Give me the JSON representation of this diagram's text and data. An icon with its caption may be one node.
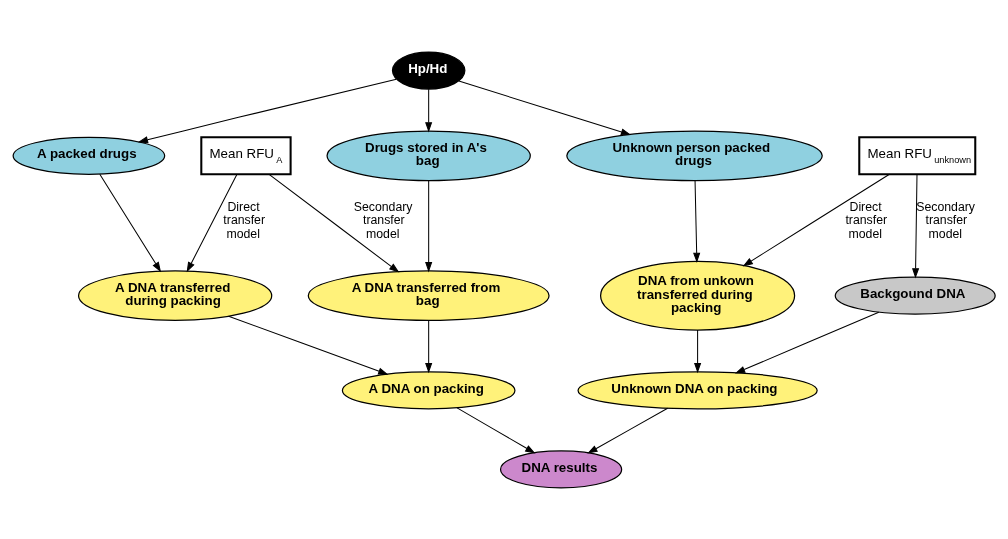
{
  "diagram": {
    "nodes": [
      {
        "text": [
          "Hp/Hd"
        ]
      },
      {
        "text": [
          "Unknown person packed drugs"
        ]
      },
      {
        "text": [
          "Drugs stored in A's bag"
        ]
      },
      {
        "text": [
          "Mean RFU$_{A}$"
        ]
      },
      {
        "text": [
          "A packed drugs"
        ]
      },
      {
        "text": [
          "DNA from unkown transferred during packing"
        ]
      },
      {
        "text": [
          "A DNA transferred from bag"
        ]
      },
      {
        "text": [
          "A DNA transferred during packing"
        ]
      },
      {
        "text": [
          "Mean RFU$_{unknown}$"
        ]
      },
      {
        "text": [
          "Unknown DNA on packing"
        ]
      },
      {
        "text": [
          "A DNA on packing"
        ]
      },
      {
        "text": [
          "Backgound DNA"
        ]
      },
      {
        "text": [
          "DNA results"
        ]
      }
    ],
    "edges": [
      {
        "from": 0,
        "to": 1,
        "arrow": "to"
      },
      {
        "from": 0,
        "to": 2,
        "arrow": "to"
      },
      {
        "from": 0,
        "to": 4,
        "arrow": "to"
      },
      {
        "from": 1,
        "to": 5,
        "arrow": "to"
      },
      {
        "from": 2,
        "to": 6,
        "arrow": "to"
      },
      {
        "from": 4,
        "to": 7,
        "arrow": "to"
      },
      {
        "from": 3,
        "to": 6,
        "arrow": "to",
        "label": "Secondary transfer model"
      },
      {
        "from": 3,
        "to": 7,
        "arrow": "to",
        "label": "Direct transfer model"
      },
      {
        "from": 8,
        "to": 5,
        "arrow": "to",
        "label": "Direct transfer model"
      },
      {
        "from": 8,
        "to": 11,
        "arrow": "to",
        "label": "Secondary transfer model"
      },
      {
        "from": 5,
        "to": 9,
        "arrow": "to"
      },
      {
        "from": 11,
        "to": 9,
        "arrow": "to"
      },
      {
        "from": 6,
        "to": 10,
        "arrow": "to"
      },
      {
        "from": 7,
        "to": 10,
        "arrow": "to"
      },
      {
        "from": 9,
        "to": 12,
        "arrow": "to"
      },
      {
        "from": 10,
        "to": 12,
        "arrow": "to"
      }
    ]
  }
}
